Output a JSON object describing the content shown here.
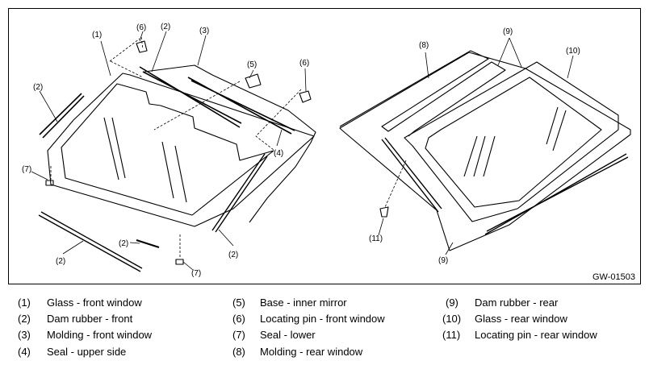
{
  "figure_code": "GW-01503",
  "callouts": {
    "c1": "(1)",
    "c2a": "(2)",
    "c2b": "(2)",
    "c2c": "(2)",
    "c2d": "(2)",
    "c2e": "(2)",
    "c3": "(3)",
    "c4": "(4)",
    "c5": "(5)",
    "c6a": "(6)",
    "c6b": "(6)",
    "c7a": "(7)",
    "c7b": "(7)",
    "c8": "(8)",
    "c9a": "(9)",
    "c9b": "(9)",
    "c10": "(10)",
    "c11": "(11)"
  },
  "legend": [
    {
      "num": "(1)",
      "text": "Glass - front window"
    },
    {
      "num": "(2)",
      "text": "Dam rubber - front"
    },
    {
      "num": "(3)",
      "text": "Molding - front window"
    },
    {
      "num": "(4)",
      "text": "Seal - upper side"
    },
    {
      "num": "(5)",
      "text": "Base - inner mirror"
    },
    {
      "num": "(6)",
      "text": "Locating pin - front window"
    },
    {
      "num": "(7)",
      "text": "Seal - lower"
    },
    {
      "num": "(8)",
      "text": "Molding - rear window"
    },
    {
      "num": "(9)",
      "text": "Dam rubber - rear"
    },
    {
      "num": "(10)",
      "text": "Glass - rear window"
    },
    {
      "num": "(11)",
      "text": "Locating pin - rear window"
    }
  ]
}
